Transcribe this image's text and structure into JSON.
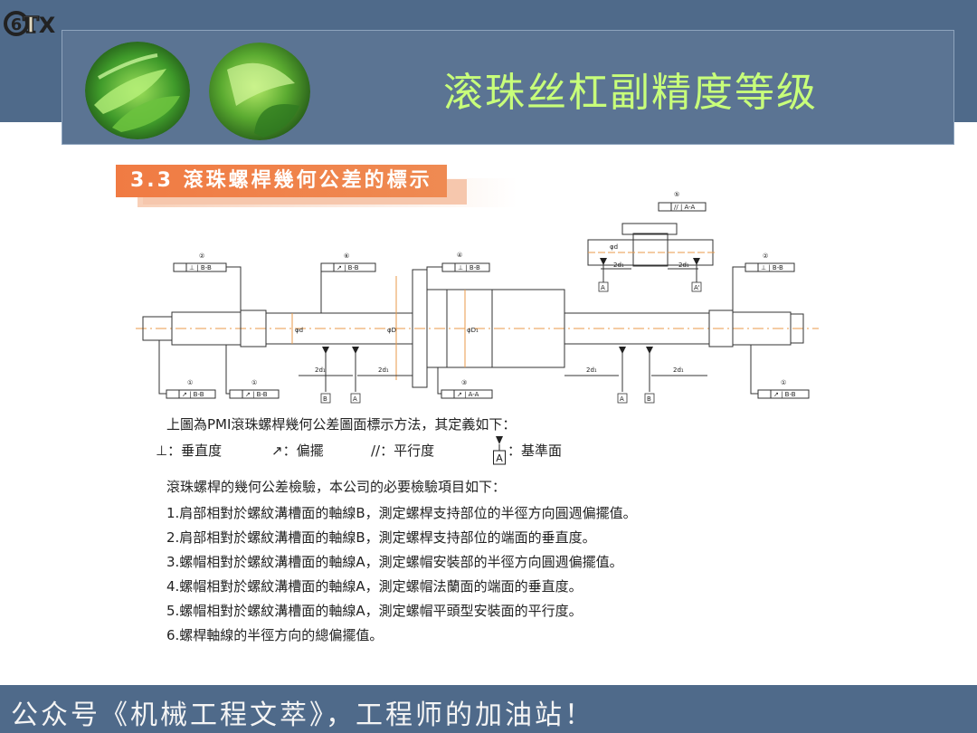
{
  "header": {
    "title": "滚珠丝杠副精度等级"
  },
  "section": {
    "tag": "3.3 滾珠螺桿幾何公差的標示"
  },
  "diagram": {
    "circled_numbers": [
      "①",
      "②",
      "③",
      "④",
      "⑤",
      "⑥"
    ],
    "frames": {
      "f_perp_bb": "⊥ | B-B",
      "f_para_aa": "// | A-A",
      "f_run_aa": "↗ | A-A",
      "f_run_bb": "↗ | B-B",
      "f_runout_bb_right": "↗ | B-B"
    },
    "dims": {
      "two_d1": "2d₁",
      "phi_d": "φd",
      "phi_D": "φD",
      "phi_D1": "φD₁"
    },
    "datums": {
      "A": "A",
      "B": "B",
      "A1": "A'"
    }
  },
  "body": {
    "intro": "上圖為PMI滾珠螺桿幾何公差圖面標示方法，其定義如下：",
    "legend_perp": "⊥：垂直度",
    "legend_runout": "↗：偏擺",
    "legend_parallel": "//：平行度",
    "legend_datum_letter": "A",
    "legend_datum": "：基準面",
    "items_heading": "滾珠螺桿的幾何公差檢驗，本公司的必要檢驗項目如下：",
    "items": [
      "1.肩部相對於螺紋溝槽面的軸線B，測定螺桿支持部位的半徑方向圓週偏擺值。",
      "2.肩部相對於螺紋溝槽面的軸線B，測定螺桿支持部位的端面的垂直度。",
      "3.螺帽相對於螺紋溝槽面的軸線A，測定螺帽安裝部的半徑方向圓週偏擺值。",
      "4.螺帽相對於螺紋溝槽面的軸線A，測定螺帽法蘭面的端面的垂直度。",
      "5.螺帽相對於螺紋溝槽面的軸線A，測定螺帽平頭型安裝面的平行度。",
      "6.螺桿軸線的半徑方向的總偏擺值。"
    ]
  },
  "footer": {
    "text": "公众号《机械工程文萃》，工程师的加油站！"
  },
  "colors": {
    "banner": "#4f6a8a",
    "title": "#c8ff7a",
    "tag": "#f07b43"
  }
}
